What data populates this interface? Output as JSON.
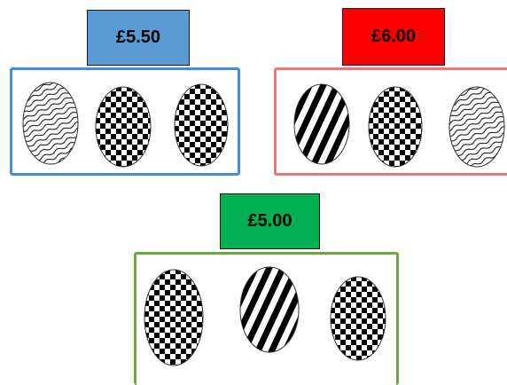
{
  "groups": [
    {
      "id": "blue",
      "price": "£5.50",
      "price_color": "#5b9bd5",
      "border_color": "#3f8fd8",
      "eggs": [
        "wavy",
        "checkered",
        "checkered"
      ]
    },
    {
      "id": "red",
      "price": "£6.00",
      "price_color": "#ff0000",
      "border_color": "#f07676",
      "eggs": [
        "striped",
        "checkered",
        "wavy"
      ]
    },
    {
      "id": "green",
      "price": "£5.00",
      "price_color": "#00b050",
      "border_color": "#6aaa3a",
      "eggs": [
        "checkered",
        "striped",
        "checkered"
      ]
    }
  ]
}
